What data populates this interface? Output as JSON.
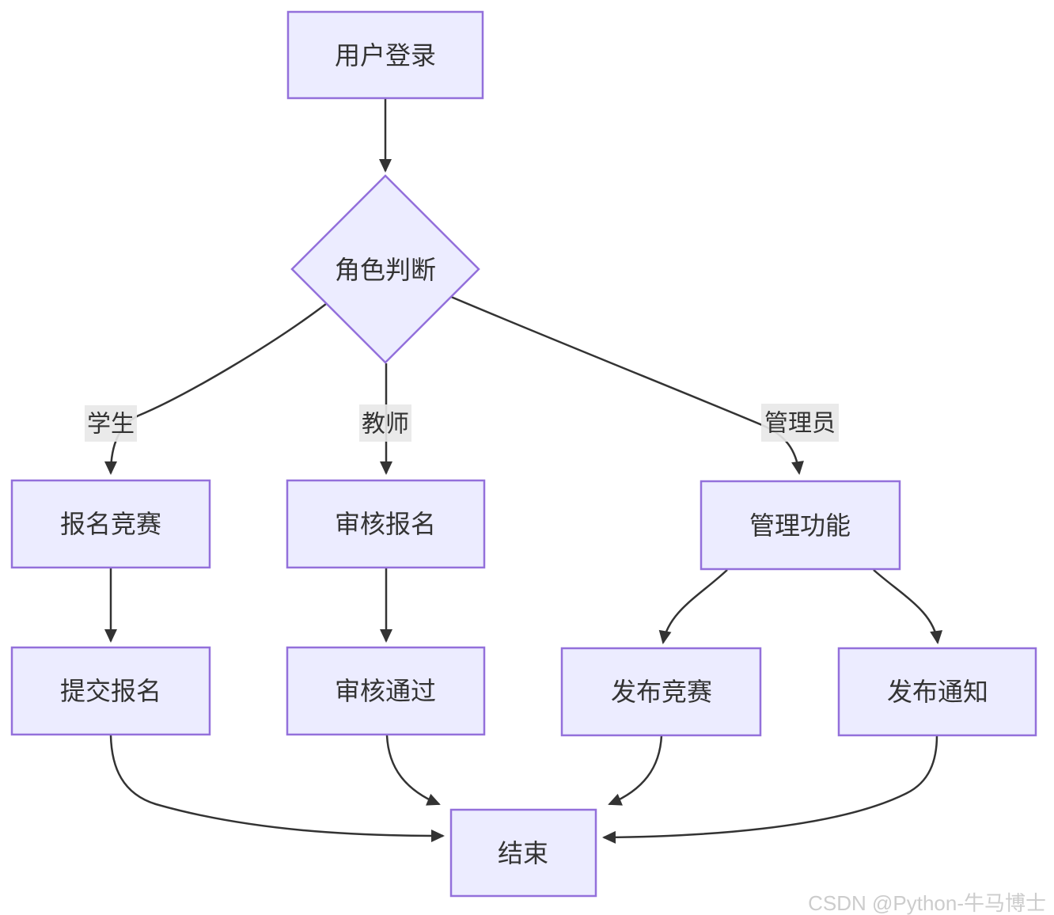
{
  "diagram": {
    "type": "flowchart",
    "direction": "top-down",
    "nodes": {
      "login": {
        "label": "用户登录",
        "shape": "rect"
      },
      "decision": {
        "label": "角色判断",
        "shape": "diamond"
      },
      "register": {
        "label": "报名竞赛",
        "shape": "rect"
      },
      "review": {
        "label": "审核报名",
        "shape": "rect"
      },
      "manage": {
        "label": "管理功能",
        "shape": "rect"
      },
      "submit": {
        "label": "提交报名",
        "shape": "rect"
      },
      "approve": {
        "label": "审核通过",
        "shape": "rect"
      },
      "publish_competition": {
        "label": "发布竞赛",
        "shape": "rect"
      },
      "publish_notice": {
        "label": "发布通知",
        "shape": "rect"
      },
      "end": {
        "label": "结束",
        "shape": "rect"
      }
    },
    "edge_labels": {
      "student": "学生",
      "teacher": "教师",
      "admin": "管理员"
    },
    "edges": [
      {
        "from": "用户登录",
        "to": "角色判断",
        "label": ""
      },
      {
        "from": "角色判断",
        "to": "报名竞赛",
        "label": "学生"
      },
      {
        "from": "角色判断",
        "to": "审核报名",
        "label": "教师"
      },
      {
        "from": "角色判断",
        "to": "管理功能",
        "label": "管理员"
      },
      {
        "from": "报名竞赛",
        "to": "提交报名",
        "label": ""
      },
      {
        "from": "审核报名",
        "to": "审核通过",
        "label": ""
      },
      {
        "from": "管理功能",
        "to": "发布竞赛",
        "label": ""
      },
      {
        "from": "管理功能",
        "to": "发布通知",
        "label": ""
      },
      {
        "from": "提交报名",
        "to": "结束",
        "label": ""
      },
      {
        "from": "审核通过",
        "to": "结束",
        "label": ""
      },
      {
        "from": "发布竞赛",
        "to": "结束",
        "label": ""
      },
      {
        "from": "发布通知",
        "to": "结束",
        "label": ""
      }
    ],
    "colors": {
      "node_fill": "#ECECFF",
      "node_border": "#9370DB",
      "edge_line": "#333333",
      "edge_label_bg": "#e8e8e8",
      "text": "#333333",
      "watermark": "#cccccc",
      "background": "#ffffff"
    }
  },
  "watermark": {
    "text": "CSDN @Python-牛马博士"
  }
}
